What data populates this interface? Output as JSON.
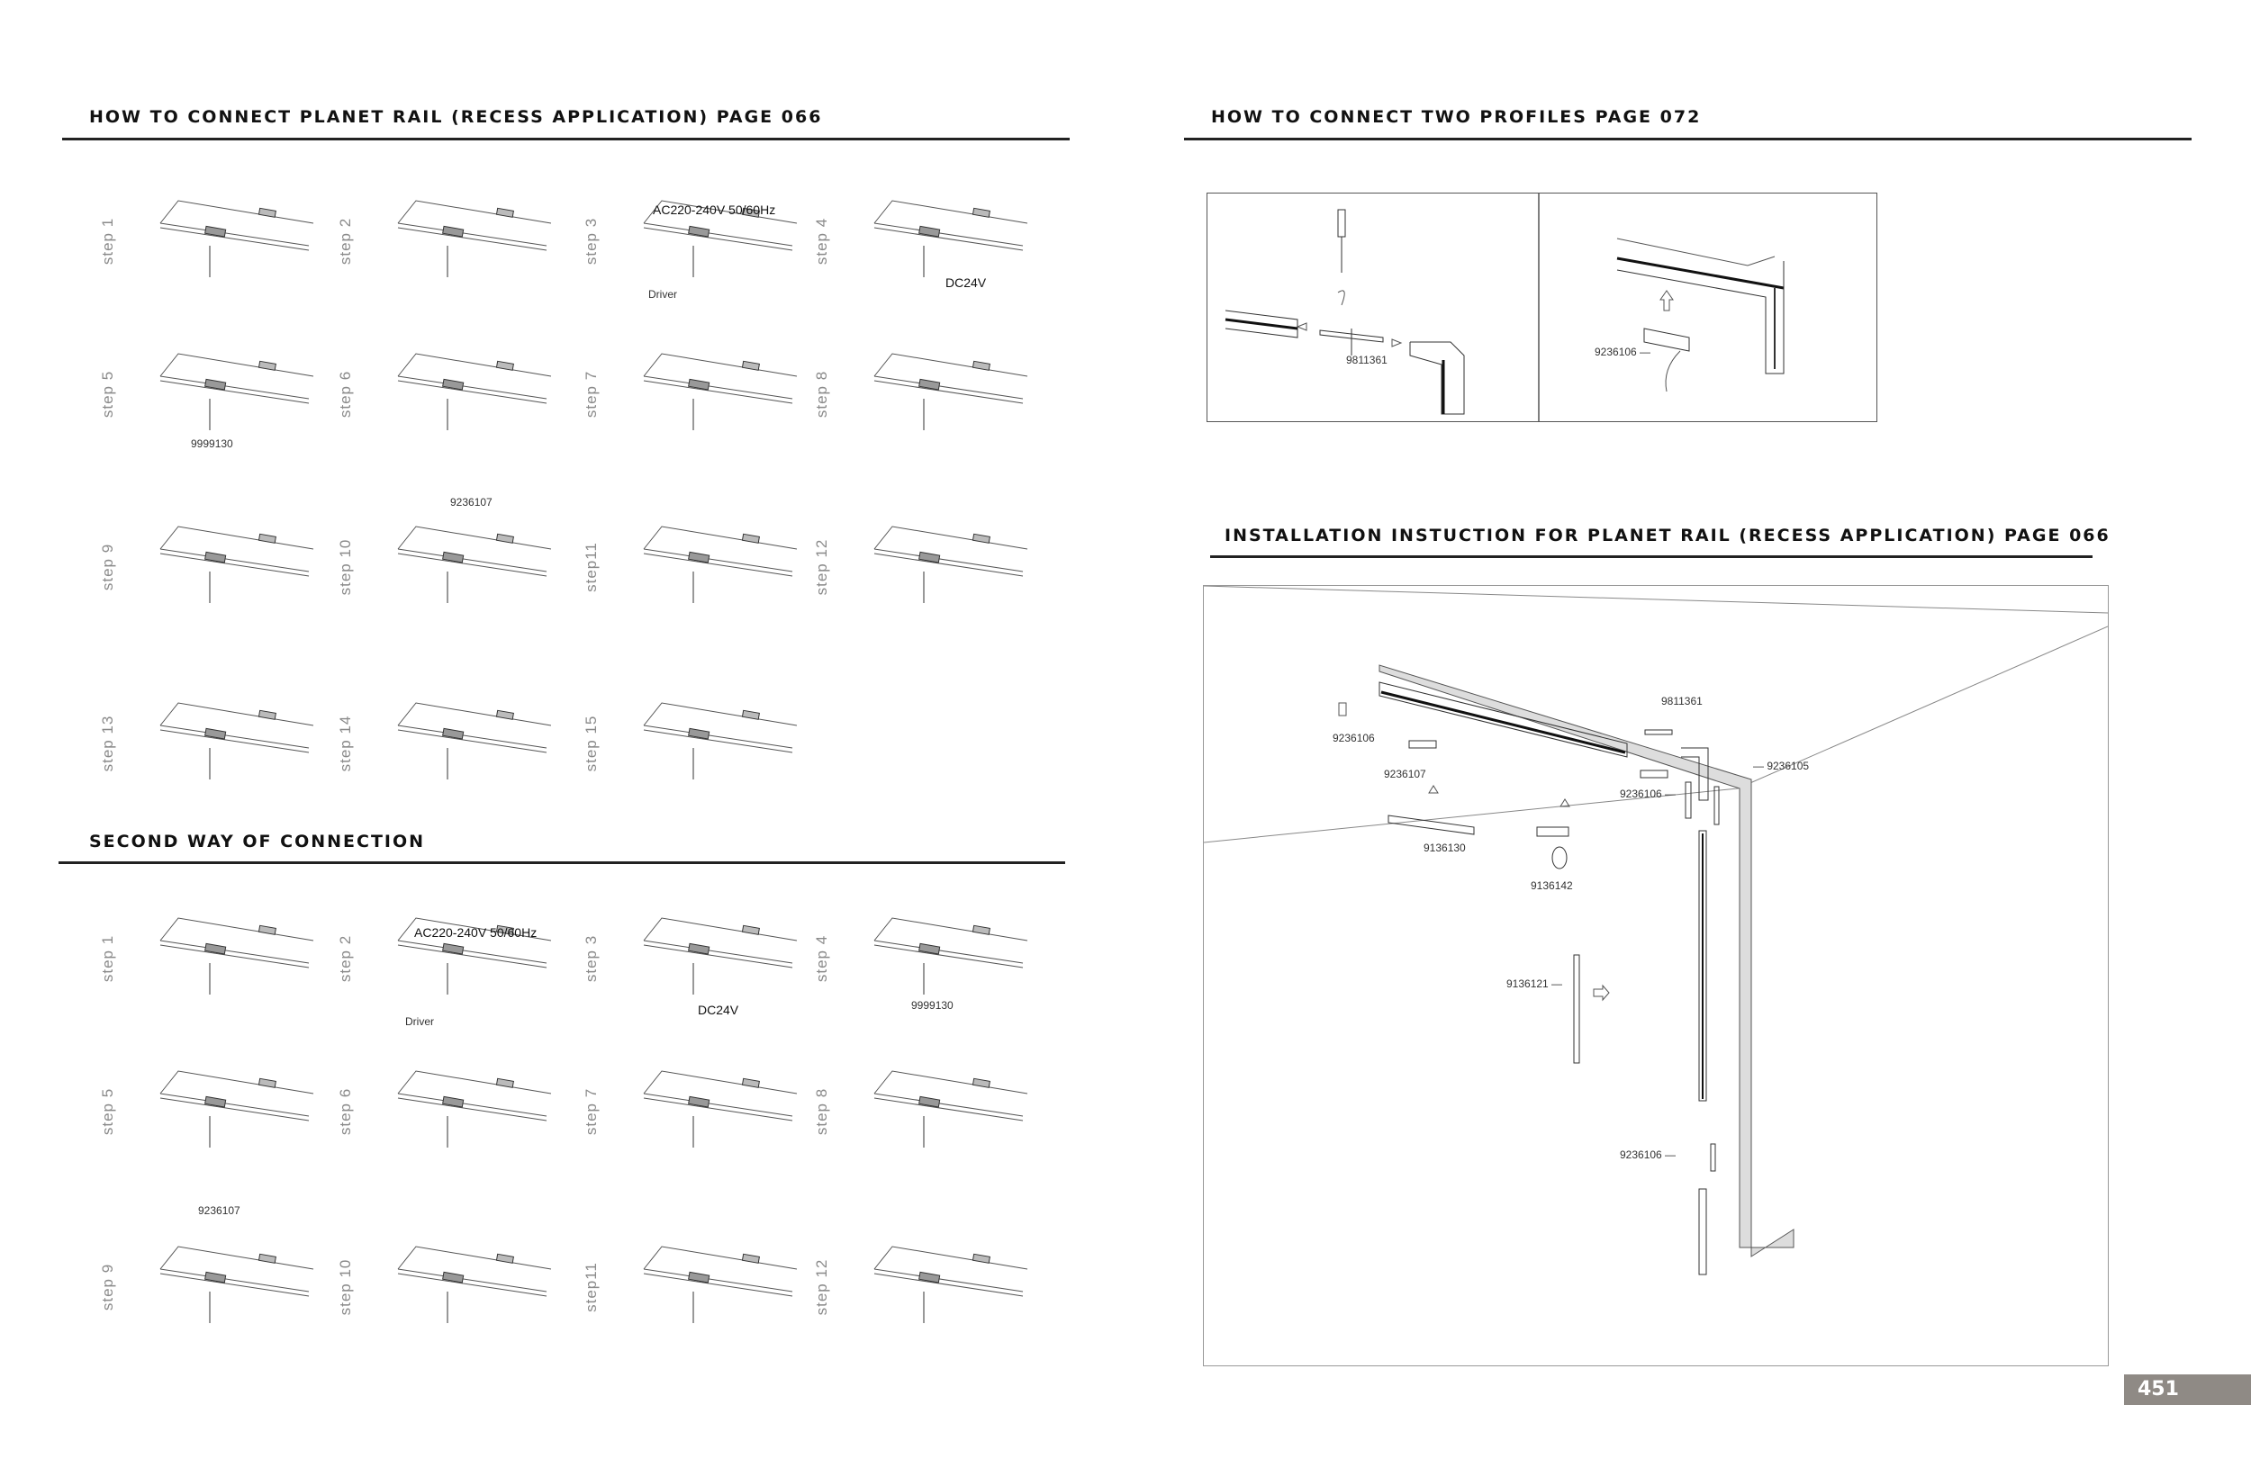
{
  "section1": {
    "title": "HOW TO CONNECT PLANET RAIL (RECESS APPLICATION) PAGE 066",
    "steps": [
      "step 1",
      "step 2",
      "step 3",
      "step 4",
      "step 5",
      "step 6",
      "step 7",
      "step 8",
      "step 9",
      "step 10",
      "step11",
      "step 12",
      "step 13",
      "step 14",
      "step 15"
    ],
    "callouts": {
      "voltage_ac": "AC220-240V 50/60Hz",
      "driver": "Driver",
      "voltage_dc": "DC24V",
      "part_step5": "9999130",
      "part_step6": "9236107"
    }
  },
  "section2": {
    "title": "SECOND WAY OF CONNECTION",
    "steps": [
      "step 1",
      "step 2",
      "step 3",
      "step 4",
      "step 5",
      "step 6",
      "step 7",
      "step 8",
      "step 9",
      "step 10",
      "step11",
      "step 12"
    ],
    "callouts": {
      "voltage_ac": "AC220-240V 50/60Hz",
      "driver": "Driver",
      "voltage_dc": "DC24V",
      "part_step4": "9999130",
      "part_step5": "9236107"
    }
  },
  "section3": {
    "title": "HOW TO CONNECT TWO PROFILES PAGE 072",
    "parts": {
      "connector": "9811361",
      "end_cap": "9236106 —"
    }
  },
  "section4": {
    "title": "INSTALLATION INSTUCTION FOR PLANET RAIL  (RECESS APPLICATION) PAGE 066",
    "parts": {
      "p9811361": "9811361",
      "p9236106_a": "9236106",
      "p9236107": "9236107",
      "p9236105": "— 9236105",
      "p9236106_b": "9236106 —",
      "p9136130": "9136130",
      "p9136142": "9136142",
      "p9136121": "9136121 —",
      "p9236106_c": "9236106 —"
    }
  },
  "page_number": "451"
}
